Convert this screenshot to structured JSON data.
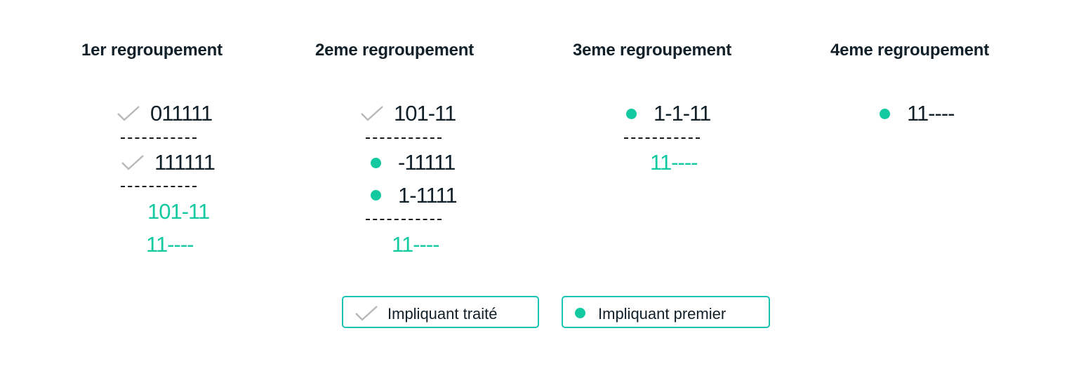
{
  "groups": [
    {
      "title": "1er regroupement",
      "terms": [
        "011111",
        "111111"
      ],
      "results": [
        "101-11",
        "11----"
      ]
    },
    {
      "title": "2eme regroupement",
      "terms": [
        "101-11",
        "-11111",
        "1-1111"
      ],
      "results": [
        "11----"
      ]
    },
    {
      "title": "3eme regroupement",
      "terms": [
        "1-1-11"
      ],
      "results": [
        "11----"
      ]
    },
    {
      "title": "4eme regroupement",
      "terms": [
        "11----"
      ],
      "results": []
    }
  ],
  "legend": {
    "treated_label": "Impliquant traité",
    "prime_label": "Impliquant premier",
    "treated_icon": "check-icon",
    "prime_icon": "dot-icon"
  },
  "colors": {
    "text": "#12202a",
    "prime_green": "#12c9a0",
    "check_gray": "#b8b8b8",
    "legend_border": "#19c4b3"
  }
}
